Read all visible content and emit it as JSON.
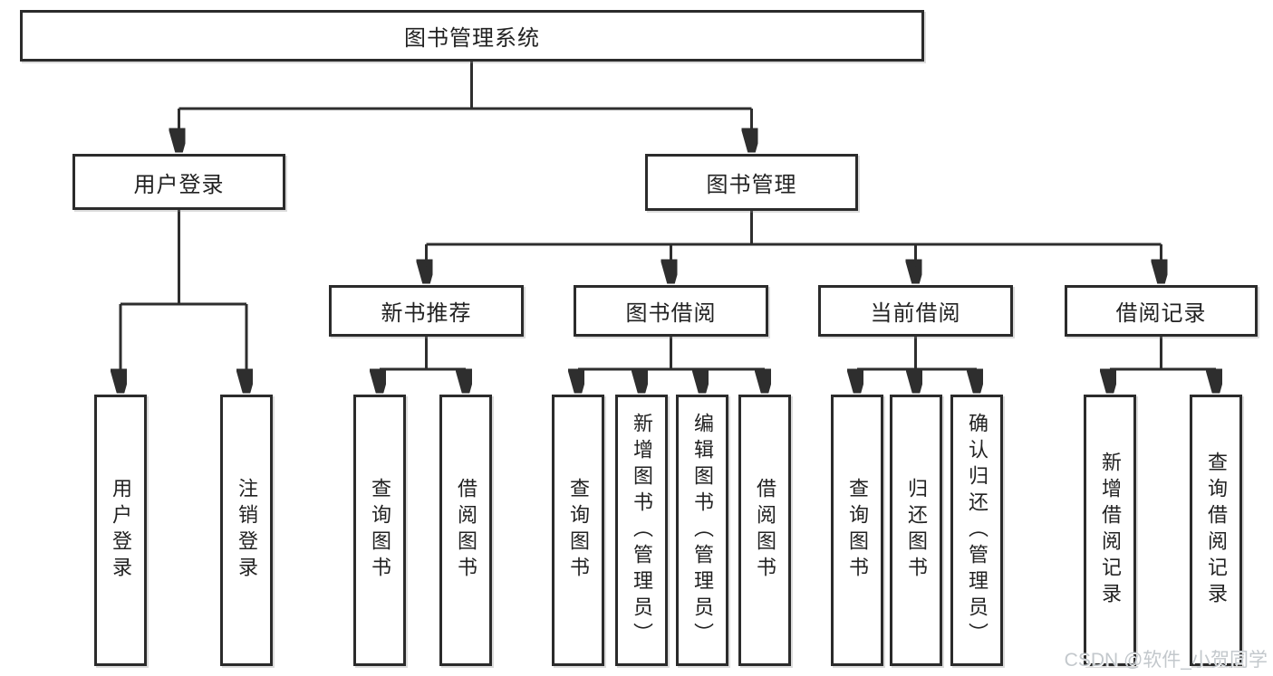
{
  "diagram": {
    "type": "hierarchy-tree",
    "root": "图书管理系统",
    "nodes": {
      "login": "用户登录",
      "manage": "图书管理",
      "recommend": "新书推荐",
      "borrow": "图书借阅",
      "current": "当前借阅",
      "records": "借阅记录"
    },
    "login_children": [
      "用户登录",
      "注销登录"
    ],
    "recommend_children": [
      "查询图书",
      "借阅图书"
    ],
    "borrow_children": [
      "查询图书",
      "新增图书（管理员）",
      "编辑图书（管理员）",
      "借阅图书"
    ],
    "current_children": [
      "查询图书",
      "归还图书",
      "确认归还（管理员）"
    ],
    "records_children": [
      "新增借阅记录",
      "查询借阅记录"
    ]
  },
  "watermark": "CSDN @软件_小贺同学",
  "colors": {
    "background": "#ffffff",
    "line": "#2e2e2e",
    "box_border": "#2b2b2b",
    "text": "#222222",
    "watermark": "#c3c8cc"
  }
}
